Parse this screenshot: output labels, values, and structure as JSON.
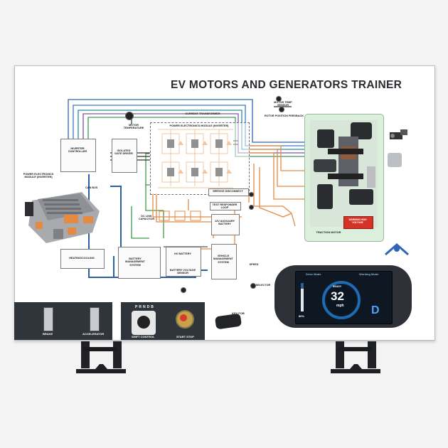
{
  "board": {
    "title": "EV MOTORS AND GENERATORS TRAINER",
    "colors": {
      "orange": "#e48a43",
      "blue": "#2f66b7",
      "green": "#4a9c48",
      "teal": "#3f8d88",
      "dark": "#3d4148"
    }
  },
  "schematic": {
    "inverter_controller": "INVERTER CONTROLLER",
    "isolated_gate_driver": "ISOLATED GATE DRIVER",
    "power_electronics_module": "POWER ELECTRONICS MODULE (INVERTER)",
    "power_electronics_module_left": "POWER ELECTRONICS MODULE (INVERTER)",
    "service_disconnect": "SERVICE DISCONNECT",
    "test_responder_loop": "TEST RESPONDER LOOP",
    "twelve_volt_battery": "12V AUXILIARY BATTERY",
    "hv_battery": "HV BATTERY",
    "battery_management_system": "BATTERY MANAGEMENT SYSTEM",
    "vehicle_management_system": "VEHICLE MANAGEMENT SYSTEM",
    "heater_unit": "HEATING/COOLING",
    "traction_motor": "TRACTION MOTOR",
    "rotor_position_feedback": "ROTOR POSITION FEEDBACK",
    "can_bus": "CAN BUS",
    "battery_sensor": "BATTERY VOLTAGE SENSOR",
    "motor_temp": "MOTOR TEMPERATURE",
    "dc_link": "DC LINK CAPACITOR",
    "current_transformer": "CURRENT TRANSFORMER",
    "selector": "SELECTOR",
    "speed": "SPEED",
    "motor_temp_sensor": "MOTOR TEMP SENSOR",
    "high_voltage_warning": "WARNING HIGH VOLTAGE",
    "inverter_title": "INVERTER"
  },
  "controls": {
    "brake": "BRAKE",
    "accelerator": "ACCELERATOR",
    "shift_control": "SHIFT CONTROL",
    "gears": [
      "P",
      "R",
      "N",
      "D",
      "B"
    ],
    "start_stop": "START STOP",
    "key_fob": "KEY FOB"
  },
  "cluster": {
    "left_tab": "Drive Mode",
    "right_tab": "Working Mode",
    "speed_value": "32",
    "speed_unit": "mph",
    "gear": "D",
    "battery_percent": "80%",
    "status": "READY"
  }
}
